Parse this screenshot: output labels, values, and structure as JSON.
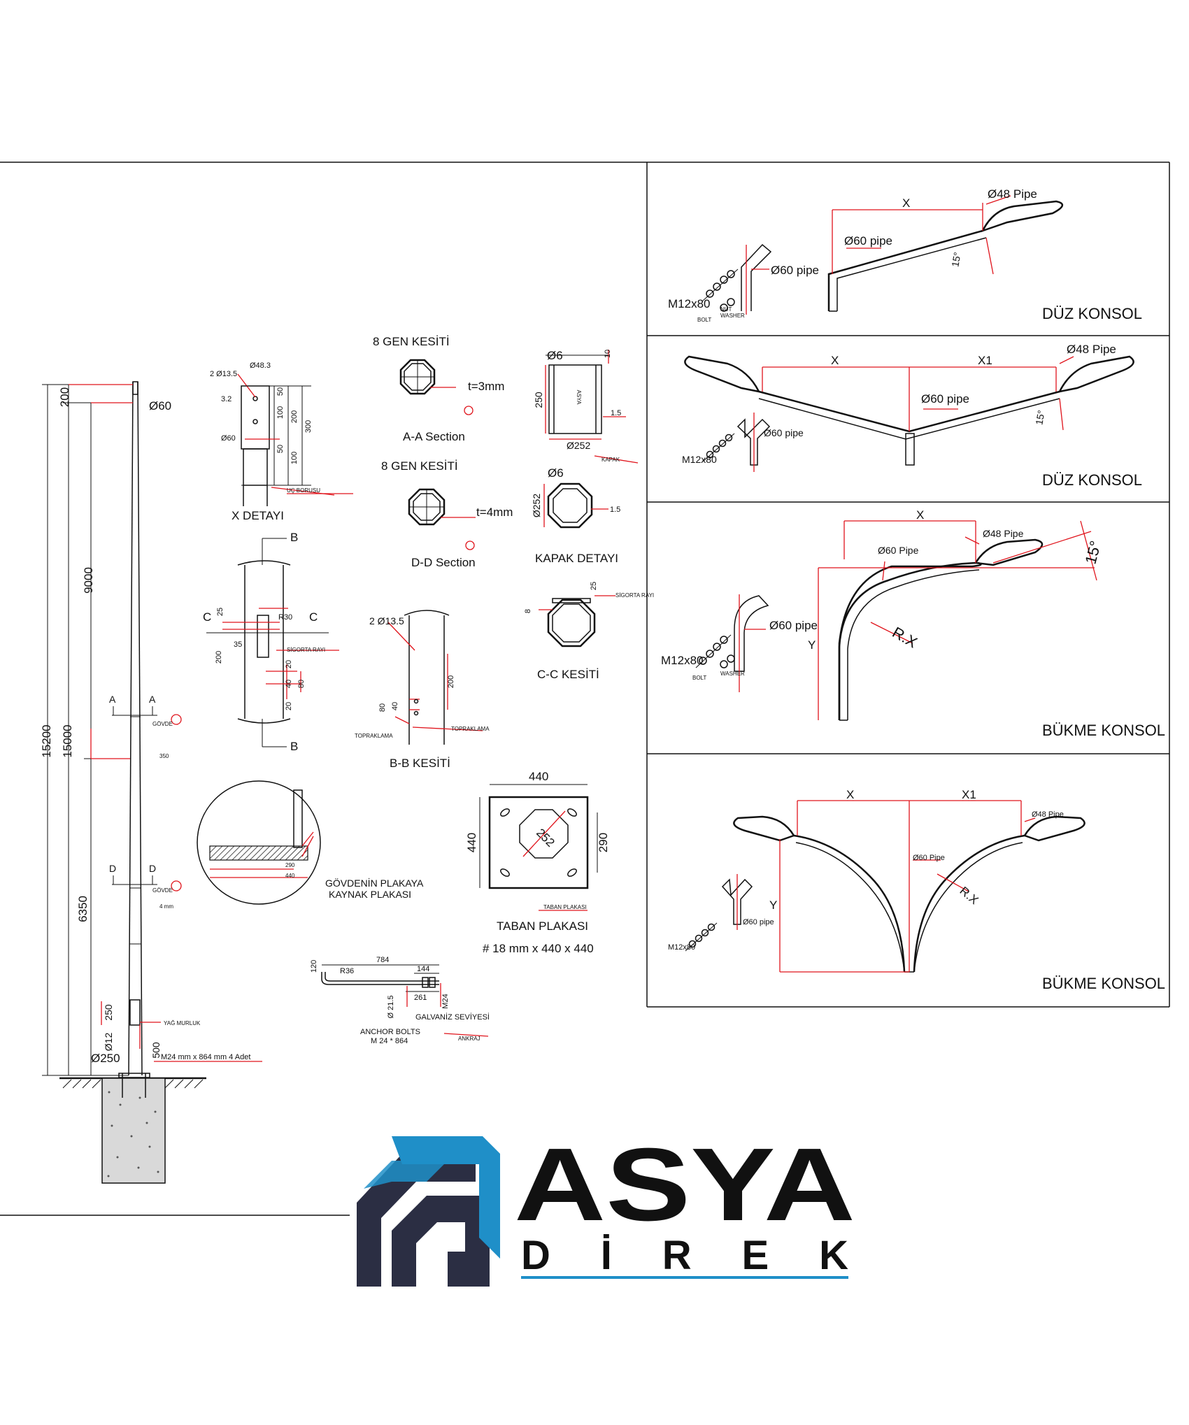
{
  "pole": {
    "dims": {
      "overall": "15200",
      "height": "15000",
      "upper": "9000",
      "lower": "6350",
      "top": "200"
    },
    "top_dia": "Ø60",
    "base_dia": "Ø250",
    "section_a": "A",
    "section_d": "D",
    "govde": "GÖVDE",
    "dim_350": "350",
    "thick_4": "4 mm",
    "door_250": "250",
    "door_500": "500",
    "door_dia": "Ø12",
    "yag_murluk": "YAĞ MURLUK",
    "bolt_note": "M24 mm x 864 mm 4 Adet"
  },
  "x_detail": {
    "title": "X DETAYI",
    "hole": "2 Ø13.5",
    "d48": "Ø48.3",
    "d32": "3.2",
    "d60": "Ø60",
    "v50a": "50",
    "v100a": "100",
    "v200": "200",
    "v300": "300",
    "v50b": "50",
    "v100b": "100",
    "uc_borusu": "UÇ BORUSU"
  },
  "section_aa": {
    "heading": "8 GEN KESİTİ",
    "thickness": "t=3mm",
    "caption": "A-A Section"
  },
  "section_dd": {
    "heading": "8 GEN KESİTİ",
    "thickness": "t=4mm",
    "caption": "D-D Section"
  },
  "kapak": {
    "d6_top": "Ø6",
    "v10": "10",
    "v250": "250",
    "v15": "1.5",
    "d252": "Ø252",
    "brand": "ASYA",
    "kapak_tag": "KAPAK",
    "d6": "Ø6",
    "d252b": "Ø252",
    "v15b": "1.5",
    "title": "KAPAK DETAYI"
  },
  "cc": {
    "title": "C-C KESİTİ",
    "v25": "25",
    "v8": "8",
    "sigorta": "SİGORTA RAYI"
  },
  "door": {
    "b": "B",
    "c": "C",
    "v25": "25",
    "r30": "R30",
    "v35": "35",
    "v200": "200",
    "v20a": "20",
    "v40": "40",
    "v80": "80",
    "v20b": "20",
    "sigorta": "SİGORTA RAYI"
  },
  "bb": {
    "title": "B-B KESİTİ",
    "hole": "2 Ø13.5",
    "v200": "200",
    "v80": "80",
    "v40": "40",
    "topraklama": "TOPRAKLAMA"
  },
  "weld": {
    "v290": "290",
    "v440": "440",
    "caption1": "GÖVDENİN PLAKAYA",
    "caption2": "KAYNAK PLAKASI"
  },
  "base_plate": {
    "w440": "440",
    "h440": "440",
    "h290": "290",
    "d252": "252",
    "tag": "TABAN PLAKASI",
    "title": "TABAN PLAKASI",
    "spec": "# 18 mm x 440 x 440"
  },
  "anchor": {
    "v120": "120",
    "r36": "R36",
    "v784": "784",
    "v144": "144",
    "d215": "Ø 21.5",
    "v261": "261",
    "m24": "M24",
    "galvaniz": "GALVANİZ SEVİYESİ",
    "title1": "ANCHOR BOLTS",
    "title2": "M 24 * 864",
    "ankraj": "ANKRAJ"
  },
  "konsol1": {
    "x": "X",
    "pipe48": "Ø48 Pipe",
    "pipe60": "Ø60 pipe",
    "angle": "15°",
    "detail_pipe": "Ø60 pipe",
    "bolt": "M12x80",
    "nut": "NUT",
    "washer": "WASHER",
    "bolt_tag": "BOLT",
    "title": "DÜZ KONSOL"
  },
  "konsol2": {
    "x": "X",
    "x1": "X1",
    "pipe48": "Ø48 Pipe",
    "pipe60": "Ø60 pipe",
    "angle": "15°",
    "detail_pipe": "Ø60 pipe",
    "bolt": "M12x80",
    "title": "DÜZ KONSOL"
  },
  "konsol3": {
    "x": "X",
    "y": "Y",
    "pipe48": "Ø48 Pipe",
    "pipe60": "Ø60 Pipe",
    "angle": "15°",
    "rx": "R.X",
    "detail_pipe": "Ø60 pipe",
    "bolt": "M12x80",
    "bolt_tag": "BOLT",
    "washer": "WASHER",
    "title": "BÜKME KONSOL"
  },
  "konsol4": {
    "x": "X",
    "x1": "X1",
    "y": "Y",
    "pipe48": "Ø48 Pipe",
    "pipe60": "Ø60 Pipe",
    "rx": "R.X",
    "detail_pipe": "Ø60 pipe",
    "bolt": "M12x80",
    "title": "BÜKME KONSOL"
  },
  "logo": {
    "word1": "ASYA",
    "word2": "DİREK",
    "blue": "#1f8fc8",
    "dark": "#2b2e43"
  },
  "colors": {
    "red": "#e0141c",
    "line": "#111111"
  }
}
